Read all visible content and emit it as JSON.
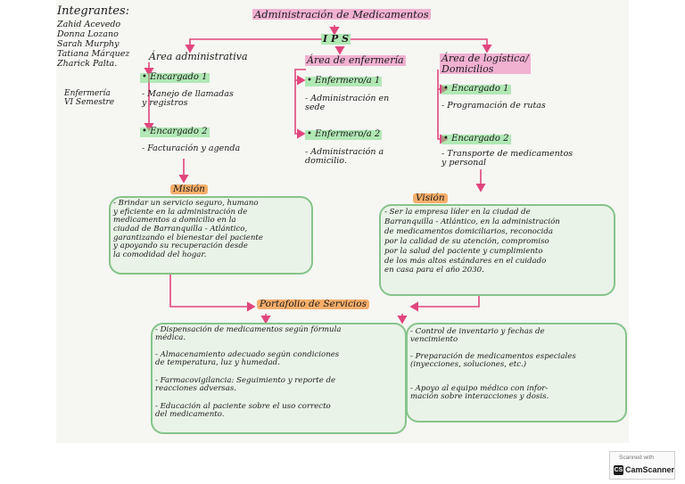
{
  "integrantes": {
    "title": "Integrantes:",
    "names": "Zahid Acevedo\nDonna Lozano\nSarah Murphy\nTatiana Márquez\nZharick Palta.",
    "course": "Enfermería\nVI Semestre"
  },
  "title": "Administración de Medicamentos",
  "center": "I P S",
  "areas": [
    {
      "heading": "Área administrativa",
      "items": [
        "• Encargado 1",
        "- Manejo de llamadas\n  y registros",
        "• Encargado 2",
        "- Facturación y agenda"
      ]
    },
    {
      "heading": "Área de enfermería",
      "items": [
        "• Enfermero/a 1",
        "- Administración en\n  sede",
        "• Enfermero/a 2",
        "- Administración a\n  domicilio."
      ]
    },
    {
      "heading": "Área de logística/\nDomicilios",
      "items": [
        "• Encargado 1",
        "- Programación de rutas",
        "• Encargado 2",
        "- Transporte de medicamentos\n  y personal"
      ]
    }
  ],
  "mision": {
    "label": "Misión",
    "text": "- Brindar un servicio seguro, humano\ny eficiente en la administración de\nmedicamentos a domicilio en la\nciudad de Barranquilla - Atlántico,\ngarantizando el bienestar del paciente\ny apoyando su recuperación desde\nla comodidad del hogar."
  },
  "vision": {
    "label": "Visión",
    "text": "- Ser la empresa líder en la ciudad de\nBarranquilla - Atlántico, en la administración\nde medicamentos domiciliarios, reconocida\npor la calidad de su atención, compromiso\npor la salud del paciente y cumplimiento\nde los más altos estándares en el cuidado\nen casa para el año 2030."
  },
  "portafolio": {
    "label": "Portafolio de Servicios",
    "left": [
      "- Dispensación de medicamentos según fórmula\n  médica.",
      "- Almacenamiento adecuado según condiciones\n  de temperatura, luz y humedad.",
      "- Farmacovigilancia: Seguimiento y reporte de\n  reacciones adversas.",
      "- Educación al paciente sobre el uso correcto\n  del medicamento."
    ],
    "right": [
      "- Control de inventario y fechas de\n  vencimiento",
      "- Preparación de medicamentos especiales\n  (inyecciones, soluciones, etc.)",
      "- Apoyo al equipo médico con infor-\n  mación sobre interacciones y dosis."
    ]
  },
  "scanner": {
    "caption": "Scanned with",
    "brand": "CamScanner"
  },
  "colors": {
    "arrow": "#e0467e",
    "green_highlight": "#78dc82",
    "pink_highlight": "#ec78b4",
    "orange_label": "#f5963c"
  }
}
